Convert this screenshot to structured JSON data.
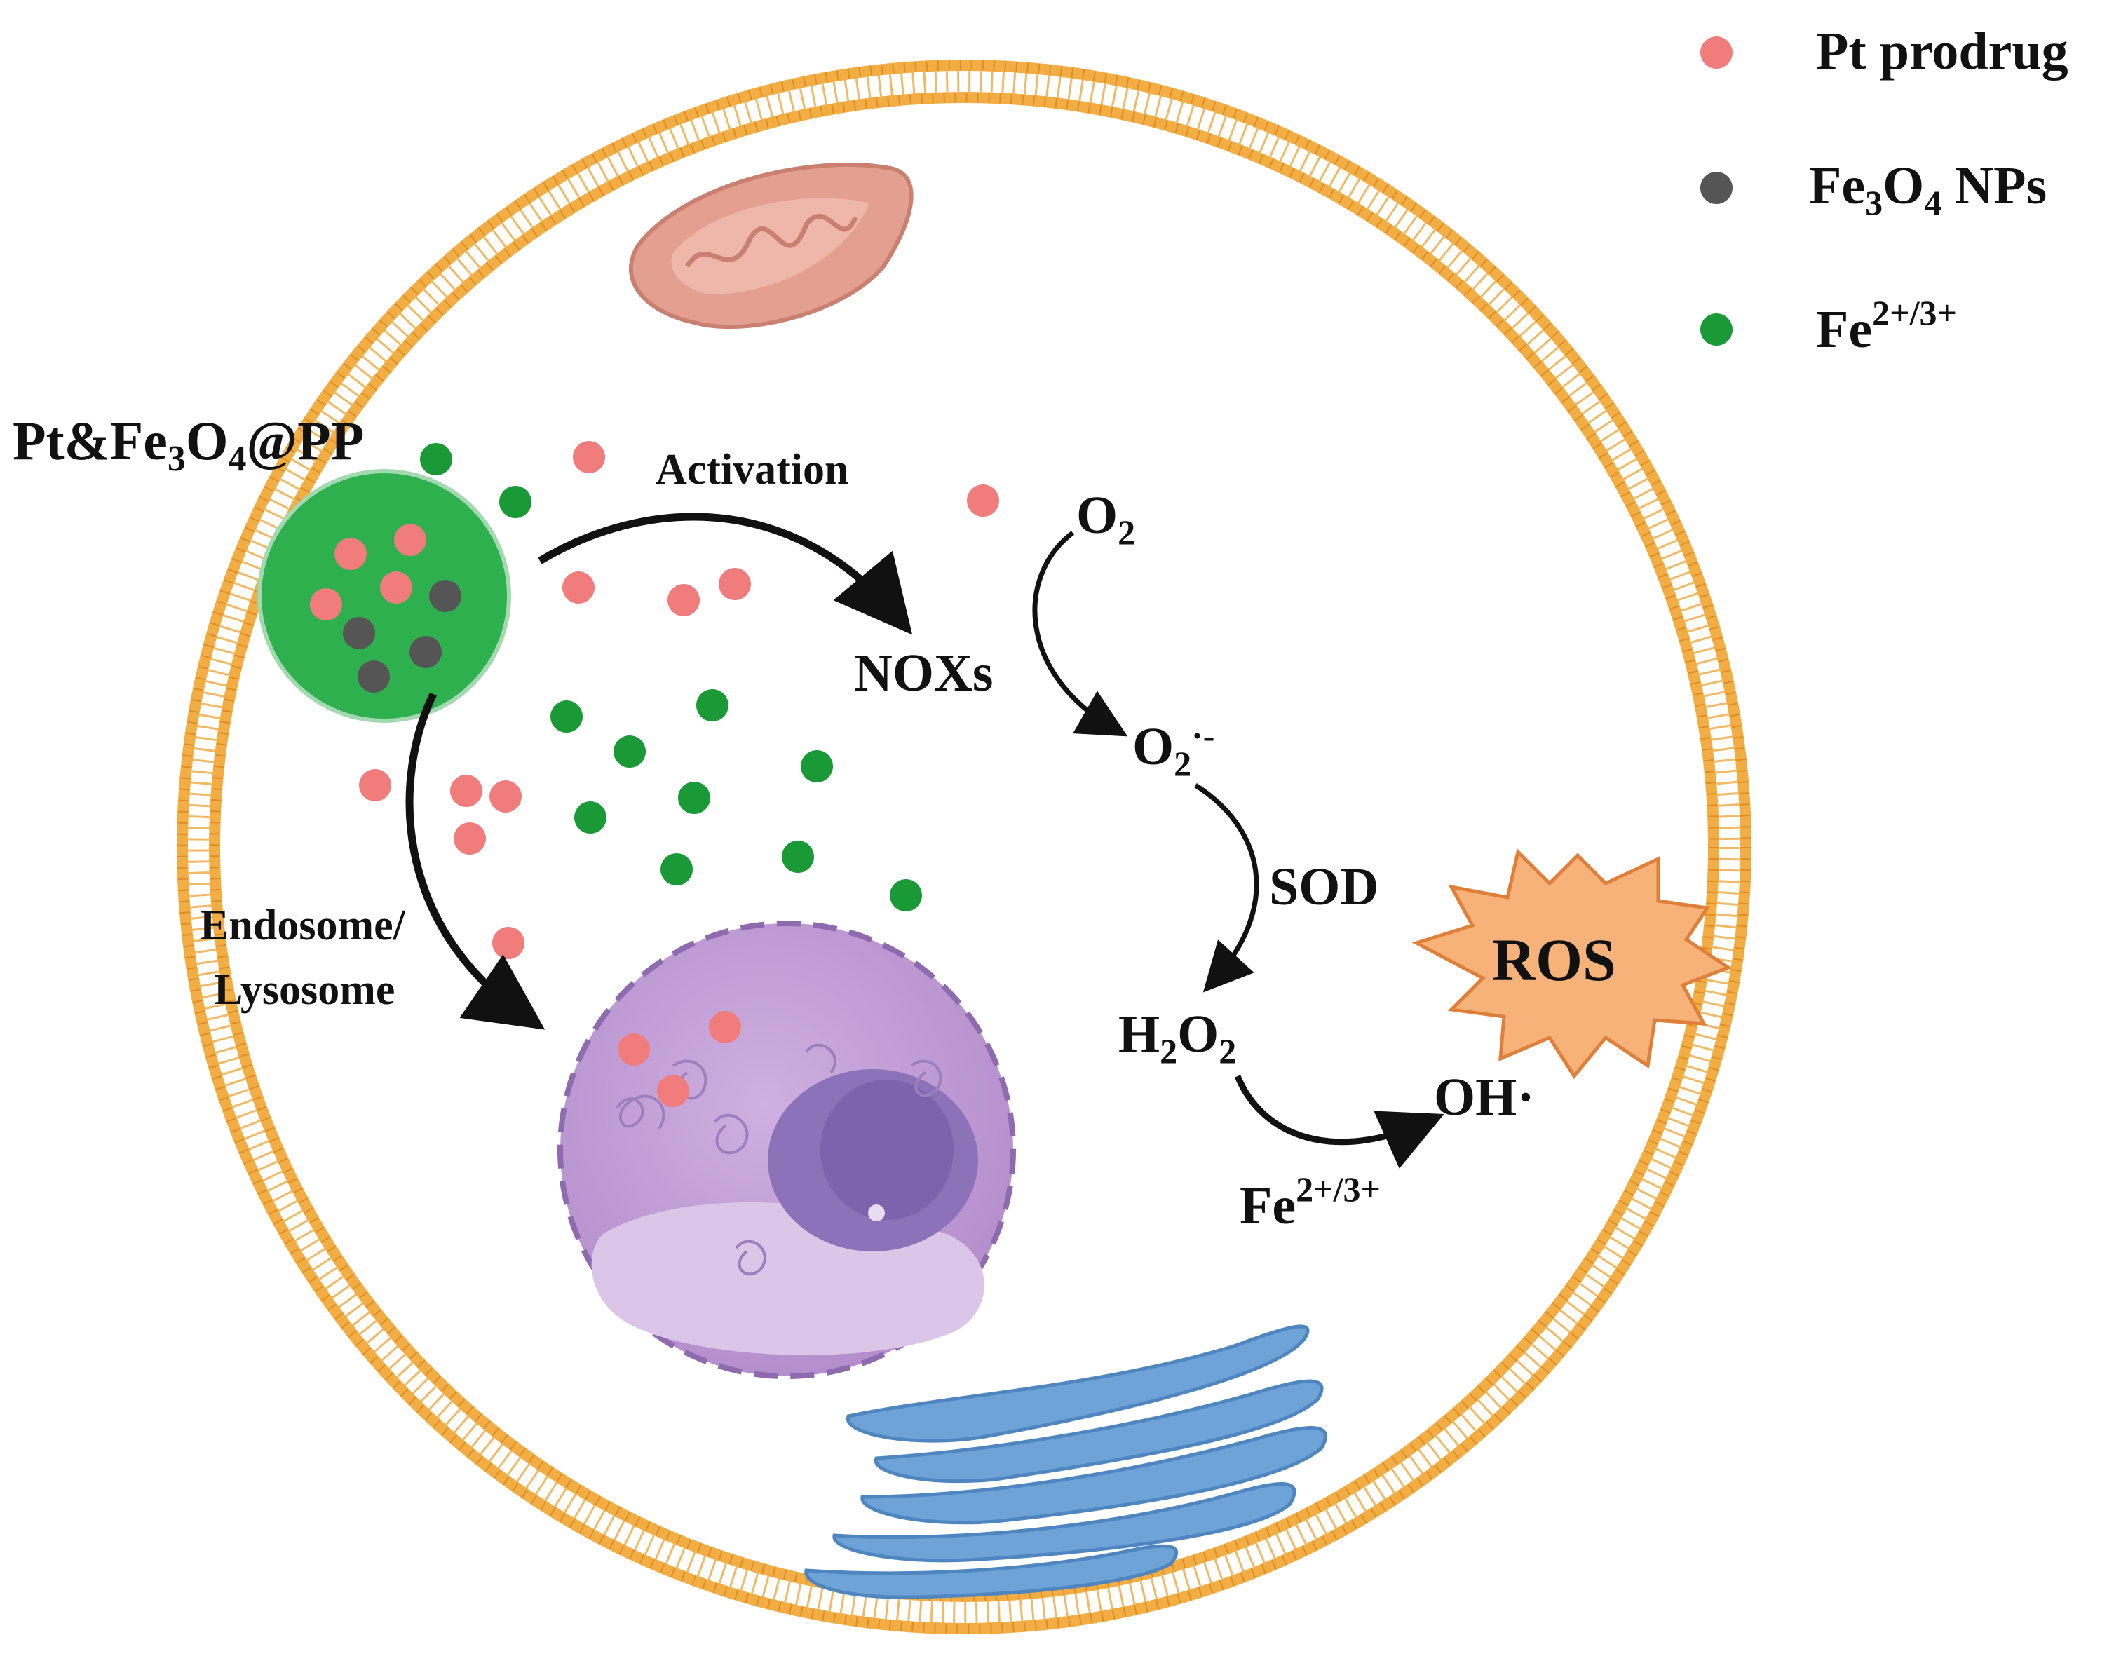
{
  "legend": {
    "pt_prodrug": "Pt prodrug",
    "fe3o4_base": "Fe",
    "fe3o4_sub": "3",
    "fe3o4_mid": "O",
    "fe3o4_sub2": "4",
    "fe3o4_tail": " NPs",
    "fe_ion_base": "Fe",
    "fe_ion_sup": "2+/3+"
  },
  "nanoparticle": {
    "p1": "Pt&Fe",
    "s1": "3",
    "p2": "O",
    "s2": "4",
    "p3": "@PP"
  },
  "labels": {
    "activation": "Activation",
    "endosome": "Endosome/",
    "lysosome": "Lysosome",
    "noxs": "NOXs",
    "o2_base": "O",
    "o2_sub": "2",
    "superoxide_base": "O",
    "superoxide_sub": "2",
    "superoxide_sup": "·-",
    "sod": "SOD",
    "ros": "ROS",
    "h2o2_h": "H",
    "h2o2_s1": "2",
    "h2o2_o": "O",
    "h2o2_s2": "2",
    "oh": "OH·",
    "fe_base": "Fe",
    "fe_sup": "2+/3+"
  },
  "colors": {
    "membrane": "#f2ad45",
    "pt_prodrug": "#f07c7c",
    "fe3o4": "#555555",
    "fe_ion": "#1a9a37",
    "nanoparticle": "#2eb04f",
    "ros_star": "#f7b27a",
    "nucleus": "#c7a6d9",
    "mitochondrion": "#e3a090",
    "golgi": "#6da3d6"
  },
  "icons": [
    "cell-membrane",
    "mitochondrion-icon",
    "nucleus-icon",
    "golgi-icon",
    "ros-burst-icon"
  ]
}
